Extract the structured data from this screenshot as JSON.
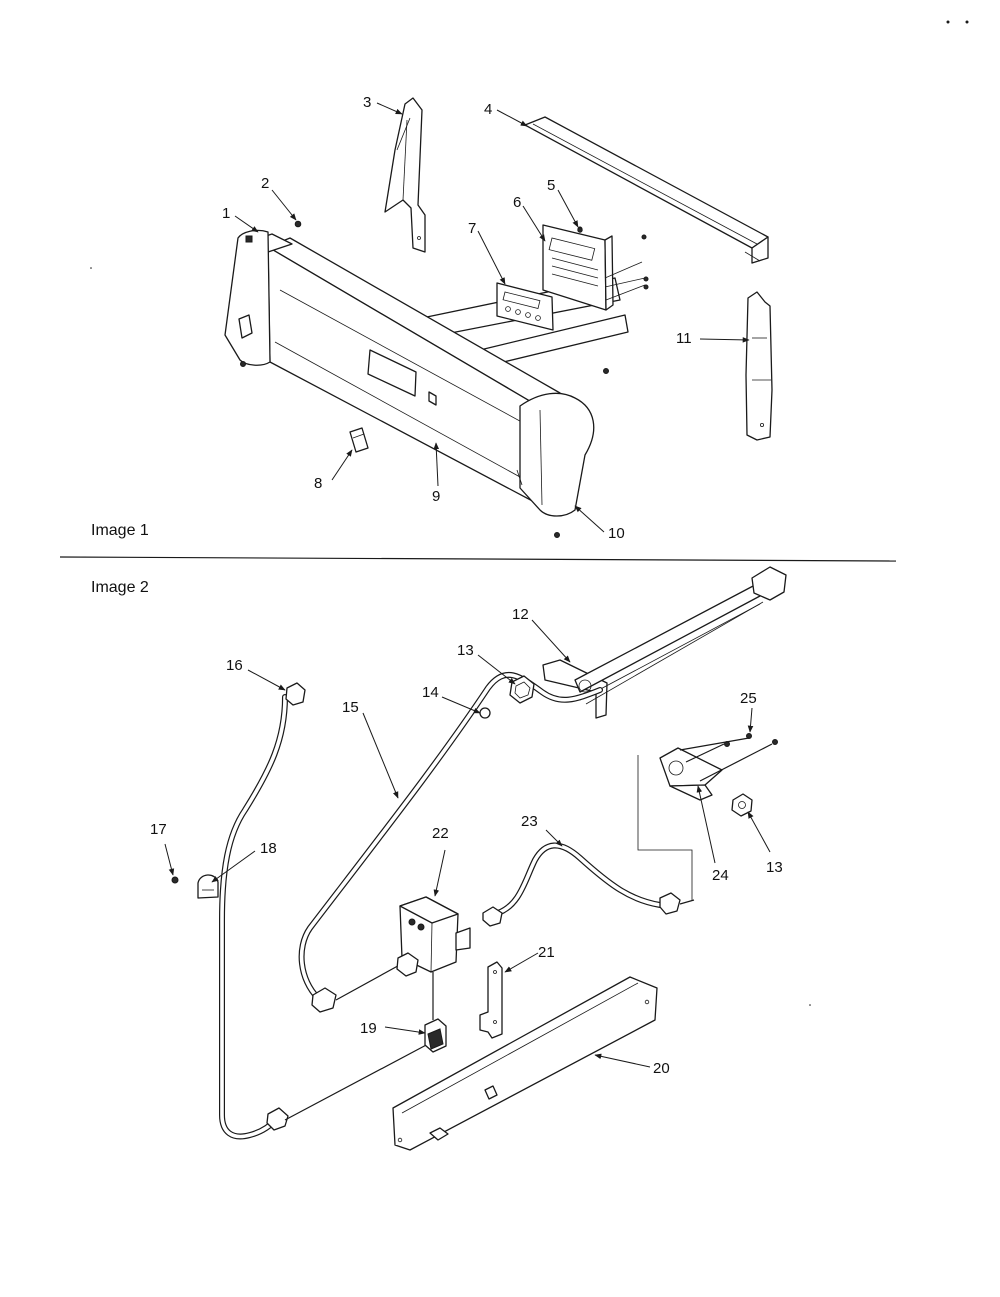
{
  "sections": [
    {
      "label": "Image 1"
    },
    {
      "label": "Image 2"
    }
  ],
  "callouts": {
    "c1": "1",
    "c2": "2",
    "c3": "3",
    "c4": "4",
    "c5": "5",
    "c6": "6",
    "c7": "7",
    "c8": "8",
    "c9": "9",
    "c10": "10",
    "c11": "11",
    "c12": "12",
    "c13a": "13",
    "c13b": "13",
    "c14": "14",
    "c15": "15",
    "c16": "16",
    "c17": "17",
    "c18": "18",
    "c19": "19",
    "c20": "20",
    "c21": "21",
    "c22": "22",
    "c23": "23",
    "c24": "24",
    "c25": "25"
  },
  "colors": {
    "ink": "#1a1a1a",
    "paper": "#ffffff"
  }
}
